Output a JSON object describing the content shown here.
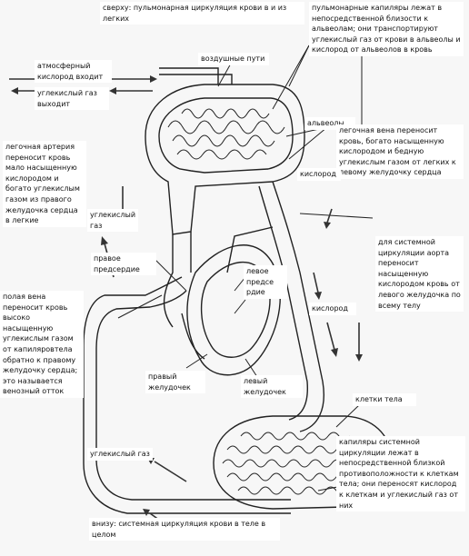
{
  "labels": {
    "top_caption": "сверху: пульмонарная циркуляция крови в и из легких",
    "pulmonary_capillaries": "пульмонарные капиляры лежат в непосредственной близости к альвеолам; они транспортируют углекислый газ от крови в альвеолы и кислород от альвеолов в кровь",
    "airways": "воздушные пути",
    "atmospheric_oxygen": "атмосферный кислород входит",
    "co2_out": "углекислый газ выходит",
    "alveoli": "альвеолы",
    "pulmonary_vein": "легочная вена переносит кровь, богато насыщенную кислородом и бедную углекислым газом от легких к левому желудочку сердца",
    "pulmonary_artery": "легочная артерия переносит кровь мало насыщенную кислородом и богато углекислым газом из правого желудочка сердца в легкие",
    "oxygen_upper": "кислород",
    "co2_upper": "углекислый газ",
    "aorta": "для системной циркуляции аорта переносит насыщенную кислородом кровь от левого желудочка по всему телу",
    "right_atrium": "правое предсердие",
    "left_atrium": "левое предсе рдие",
    "oxygen_right": "кислород",
    "vena_cava": "полая вена переносит кровь высоко насыщенную углекислым газом от капиляровтела обратно к правому желудочку сердца; это называется венозный отток",
    "right_ventricle": "правый желудочек",
    "left_ventricle": "левый желудочек",
    "body_cells": "клетки тела",
    "systemic_capillaries": "капиляры системной циркуляции лежат в непосредственной близкой противоположности к клеткам тела; они переносят кислород к клеткам и углекислый газ от них",
    "co2_lower": "углекислый газ",
    "bottom_caption": "внизу: системная циркуляция крови в теле в целом"
  }
}
